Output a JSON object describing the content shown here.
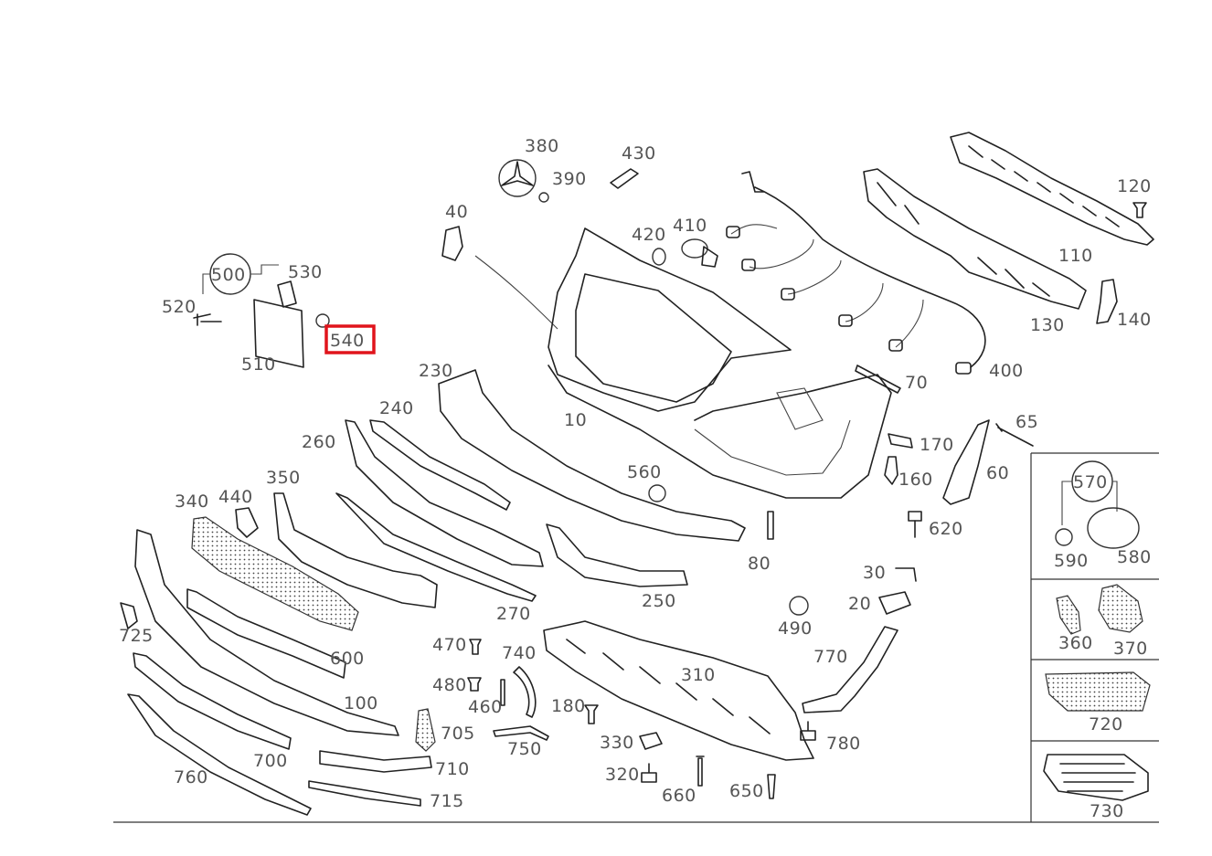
{
  "diagram": {
    "highlighted_part": "540",
    "highlight_color": "#e0141c",
    "line_color": "#222222",
    "label_color": "#555555",
    "labels": {
      "p10": "10",
      "p20": "20",
      "p30": "30",
      "p40": "40",
      "p60": "60",
      "p65": "65",
      "p70": "70",
      "p80": "80",
      "p100": "100",
      "p110": "110",
      "p120": "120",
      "p130": "130",
      "p140": "140",
      "p160": "160",
      "p170": "170",
      "p180": "180",
      "p230": "230",
      "p240": "240",
      "p250": "250",
      "p260": "260",
      "p270": "270",
      "p310": "310",
      "p320": "320",
      "p330": "330",
      "p340": "340",
      "p350": "350",
      "p360": "360",
      "p370": "370",
      "p380": "380",
      "p390": "390",
      "p400": "400",
      "p410": "410",
      "p420": "420",
      "p430": "430",
      "p440": "440",
      "p460": "460",
      "p470": "470",
      "p480": "480",
      "p490": "490",
      "p500": "500",
      "p510": "510",
      "p520": "520",
      "p530": "530",
      "p540": "540",
      "p560": "560",
      "p570": "570",
      "p580": "580",
      "p590": "590",
      "p600": "600",
      "p620": "620",
      "p650": "650",
      "p660": "660",
      "p700": "700",
      "p705": "705",
      "p710": "710",
      "p715": "715",
      "p720": "720",
      "p725": "725",
      "p730": "730",
      "p740": "740",
      "p750": "750",
      "p760": "760",
      "p770": "770",
      "p780": "780"
    }
  }
}
